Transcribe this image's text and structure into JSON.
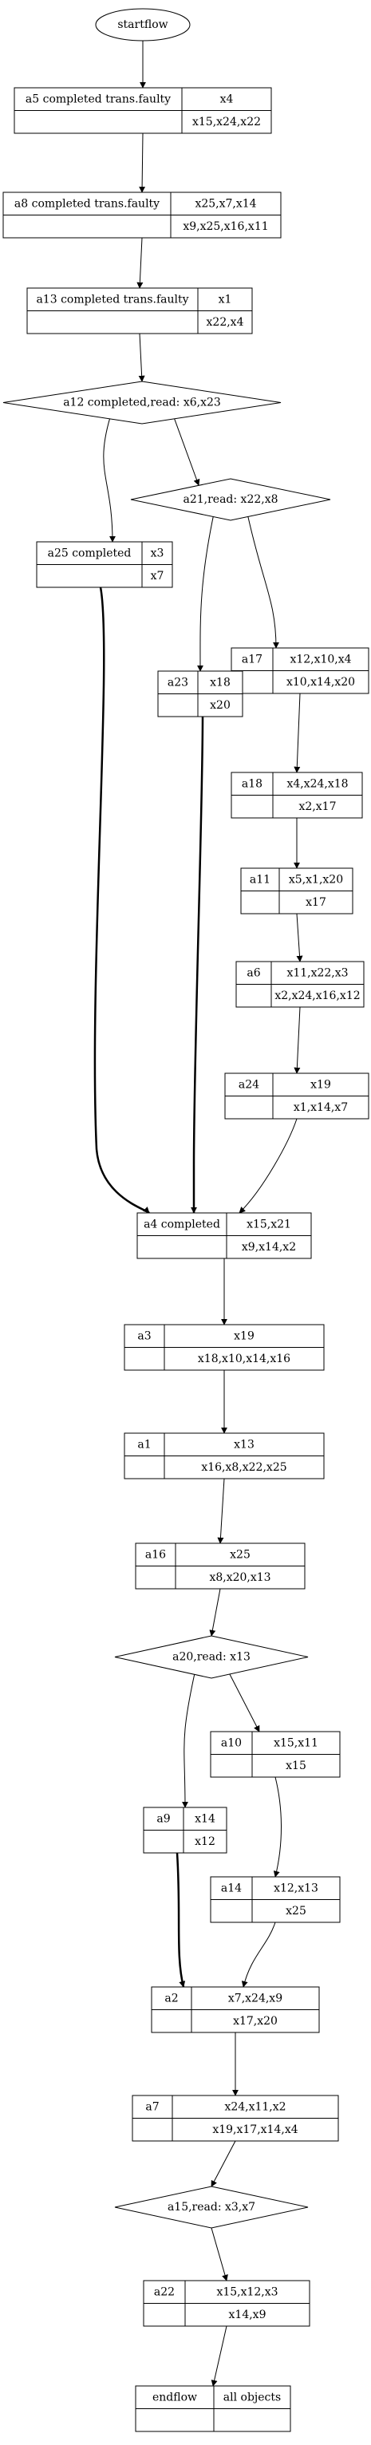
{
  "nodes": [
    {
      "id": "startflow",
      "kind": "ellipse",
      "label": "startflow"
    },
    {
      "id": "a5",
      "kind": "record",
      "label": "a5 completed trans.faulty",
      "top": "x4",
      "bottom": "x15,x24,x22"
    },
    {
      "id": "a8",
      "kind": "record",
      "label": "a8 completed trans.faulty",
      "top": "x25,x7,x14",
      "bottom": "x9,x25,x16,x11"
    },
    {
      "id": "a13",
      "kind": "record",
      "label": "a13 completed trans.faulty",
      "top": "x1",
      "bottom": "x22,x4"
    },
    {
      "id": "a12",
      "kind": "diamond",
      "label": "a12 completed,read: x6,x23"
    },
    {
      "id": "a21",
      "kind": "diamond",
      "label": "a21,read: x22,x8"
    },
    {
      "id": "a25",
      "kind": "record",
      "label": "a25 completed",
      "top": "x3",
      "bottom": "x7"
    },
    {
      "id": "a17",
      "kind": "record",
      "label": "a17",
      "top": "x12,x10,x4",
      "bottom": "x10,x14,x20"
    },
    {
      "id": "a23",
      "kind": "record",
      "label": "a23",
      "top": "x18",
      "bottom": "x20"
    },
    {
      "id": "a18",
      "kind": "record",
      "label": "a18",
      "top": "x4,x24,x18",
      "bottom": "x2,x17"
    },
    {
      "id": "a11",
      "kind": "record",
      "label": "a11",
      "top": "x5,x1,x20",
      "bottom": "x17"
    },
    {
      "id": "a6",
      "kind": "record",
      "label": "a6",
      "top": "x11,x22,x3",
      "bottom": "x2,x24,x16,x12"
    },
    {
      "id": "a24",
      "kind": "record",
      "label": "a24",
      "top": "x19",
      "bottom": "x1,x14,x7"
    },
    {
      "id": "a4",
      "kind": "record",
      "label": "a4 completed",
      "top": "x15,x21",
      "bottom": "x9,x14,x2"
    },
    {
      "id": "a3",
      "kind": "record",
      "label": "a3",
      "top": "x19",
      "bottom": "x18,x10,x14,x16"
    },
    {
      "id": "a1",
      "kind": "record",
      "label": "a1",
      "top": "x13",
      "bottom": "x16,x8,x22,x25"
    },
    {
      "id": "a16",
      "kind": "record",
      "label": "a16",
      "top": "x25",
      "bottom": "x8,x20,x13"
    },
    {
      "id": "a20",
      "kind": "diamond",
      "label": "a20,read: x13"
    },
    {
      "id": "a10",
      "kind": "record",
      "label": "a10",
      "top": "x15,x11",
      "bottom": "x15"
    },
    {
      "id": "a9",
      "kind": "record",
      "label": "a9",
      "top": "x14",
      "bottom": "x12"
    },
    {
      "id": "a14",
      "kind": "record",
      "label": "a14",
      "top": "x12,x13",
      "bottom": "x25"
    },
    {
      "id": "a2",
      "kind": "record",
      "label": "a2",
      "top": "x7,x24,x9",
      "bottom": "x17,x20"
    },
    {
      "id": "a7",
      "kind": "record",
      "label": "a7",
      "top": "x24,x11,x2",
      "bottom": "x19,x17,x14,x4"
    },
    {
      "id": "a15",
      "kind": "diamond",
      "label": "a15,read: x3,x7"
    },
    {
      "id": "a22",
      "kind": "record",
      "label": "a22",
      "top": "x15,x12,x3",
      "bottom": "x14,x9"
    },
    {
      "id": "endflow",
      "kind": "record",
      "label": "endflow",
      "top": "all objects",
      "bottom": ""
    }
  ],
  "edges": [
    {
      "from": "startflow",
      "to": "a5",
      "thick": false
    },
    {
      "from": "a5",
      "to": "a8",
      "thick": false
    },
    {
      "from": "a8",
      "to": "a13",
      "thick": false
    },
    {
      "from": "a13",
      "to": "a12",
      "thick": false
    },
    {
      "from": "a12",
      "to": "a25",
      "thick": false
    },
    {
      "from": "a12",
      "to": "a21",
      "thick": false
    },
    {
      "from": "a21",
      "to": "a17",
      "thick": false
    },
    {
      "from": "a21",
      "to": "a23",
      "thick": false
    },
    {
      "from": "a17",
      "to": "a18",
      "thick": false
    },
    {
      "from": "a18",
      "to": "a11",
      "thick": false
    },
    {
      "from": "a11",
      "to": "a6",
      "thick": false
    },
    {
      "from": "a6",
      "to": "a24",
      "thick": false
    },
    {
      "from": "a25",
      "to": "a4",
      "thick": true
    },
    {
      "from": "a23",
      "to": "a4",
      "thick": true
    },
    {
      "from": "a24",
      "to": "a4",
      "thick": false
    },
    {
      "from": "a4",
      "to": "a3",
      "thick": false
    },
    {
      "from": "a3",
      "to": "a1",
      "thick": false
    },
    {
      "from": "a1",
      "to": "a16",
      "thick": false
    },
    {
      "from": "a16",
      "to": "a20",
      "thick": false
    },
    {
      "from": "a20",
      "to": "a9",
      "thick": false
    },
    {
      "from": "a20",
      "to": "a10",
      "thick": false
    },
    {
      "from": "a10",
      "to": "a14",
      "thick": false
    },
    {
      "from": "a9",
      "to": "a2",
      "thick": true
    },
    {
      "from": "a14",
      "to": "a2",
      "thick": false
    },
    {
      "from": "a2",
      "to": "a7",
      "thick": false
    },
    {
      "from": "a7",
      "to": "a15",
      "thick": false
    },
    {
      "from": "a15",
      "to": "a22",
      "thick": false
    },
    {
      "from": "a22",
      "to": "endflow",
      "thick": false
    }
  ]
}
